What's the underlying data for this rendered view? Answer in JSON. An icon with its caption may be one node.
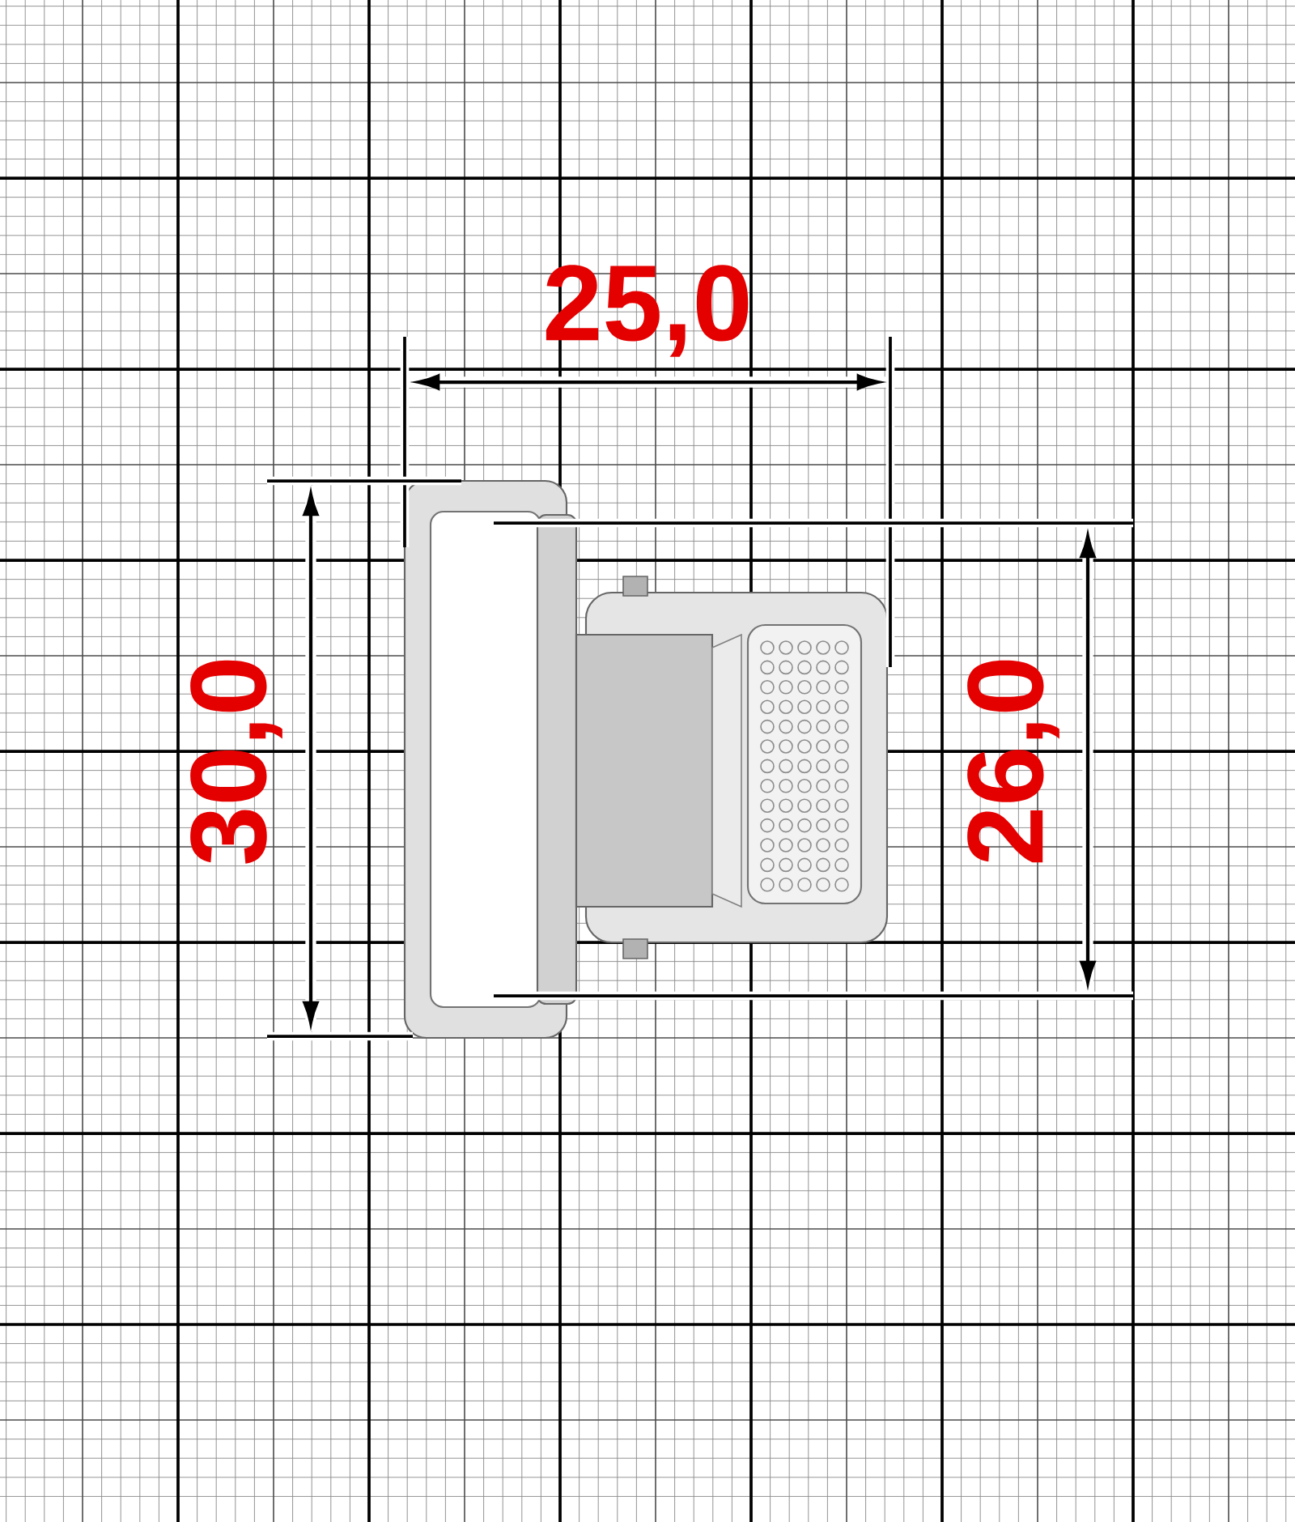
{
  "diagram": {
    "labels": [
      "25,0",
      "30,0",
      "26,0"
    ]
  }
}
